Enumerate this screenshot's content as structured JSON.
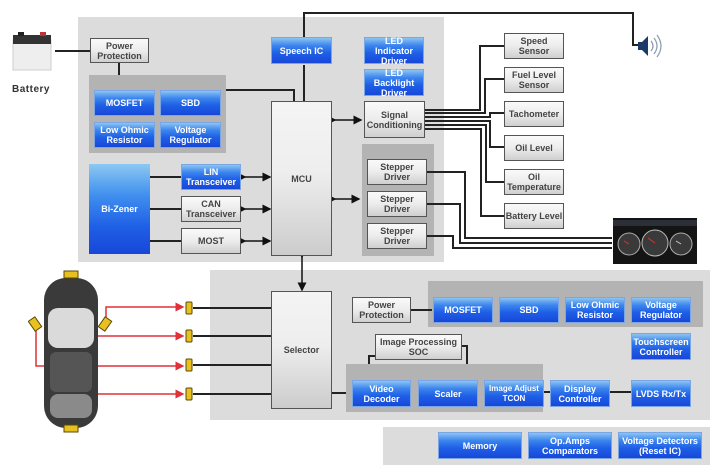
{
  "battery": {
    "label": "Battery",
    "icon": "battery-icon"
  },
  "upper_panel": {
    "power_protection": "Power Protection",
    "power_group": [
      "MOSFET",
      "SBD",
      "Low Ohmic Resistor",
      "Voltage Regulator"
    ],
    "speech_ic": "Speech IC",
    "led_indicator": "LED Indicator Driver",
    "led_backlight": "LED Backlight Driver",
    "mcu": "MCU",
    "signal_conditioning": "Signal Conditioning",
    "stepper_drivers": [
      "Stepper Driver",
      "Stepper Driver",
      "Stepper Driver"
    ],
    "bi_zener": "Bi-Zener",
    "lin": "LIN Transceiver",
    "can": "CAN Transceiver",
    "most": "MOST"
  },
  "sensors": [
    "Speed Sensor",
    "Fuel Level Sensor",
    "Tachometer",
    "Oil Level",
    "Oil Temperature",
    "Battery Level"
  ],
  "speaker": {
    "icon": "speaker-icon"
  },
  "dashboard": {
    "icon": "instrument-cluster-icon"
  },
  "lower_panel": {
    "selector": "Selector",
    "power_protection": "Power Protection",
    "power_group": [
      "MOSFET",
      "SBD",
      "Low Ohmic Resistor",
      "Voltage Regulator"
    ],
    "image_processing": "Image Processing SOC",
    "video_group": [
      "Video Decoder",
      "Scaler",
      "Image Adjust TCON",
      "Display Controller"
    ],
    "touchscreen": "Touchscreen Controller",
    "lvds": "LVDS Rx/Tx"
  },
  "bottom_panel": [
    "Memory",
    "Op.Amps Comparators",
    "Voltage Detectors (Reset IC)"
  ],
  "car": {
    "icon": "car-top-view-icon",
    "cameras": 4
  },
  "colors": {
    "blue_block": "#1f5fe6",
    "panel": "#dcdcdc",
    "group": "#b3b3b3",
    "camera_link": "#e0303a",
    "line": "#222222"
  }
}
